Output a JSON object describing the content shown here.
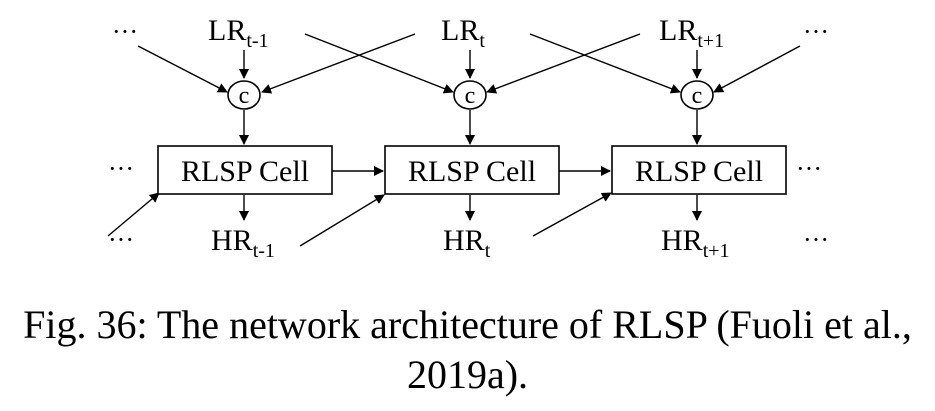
{
  "ellipsis": "···",
  "concat_symbol": "c",
  "cell_label": "RLSP Cell",
  "inputs": [
    {
      "main": "LR",
      "sub": "t-1"
    },
    {
      "main": "LR",
      "sub": "t"
    },
    {
      "main": "LR",
      "sub": "t+1"
    }
  ],
  "outputs": [
    {
      "main": "HR",
      "sub": "t-1"
    },
    {
      "main": "HR",
      "sub": "t"
    },
    {
      "main": "HR",
      "sub": "t+1"
    }
  ],
  "caption": "Fig. 36: The network architecture of RLSP (Fuoli et al., 2019a)."
}
